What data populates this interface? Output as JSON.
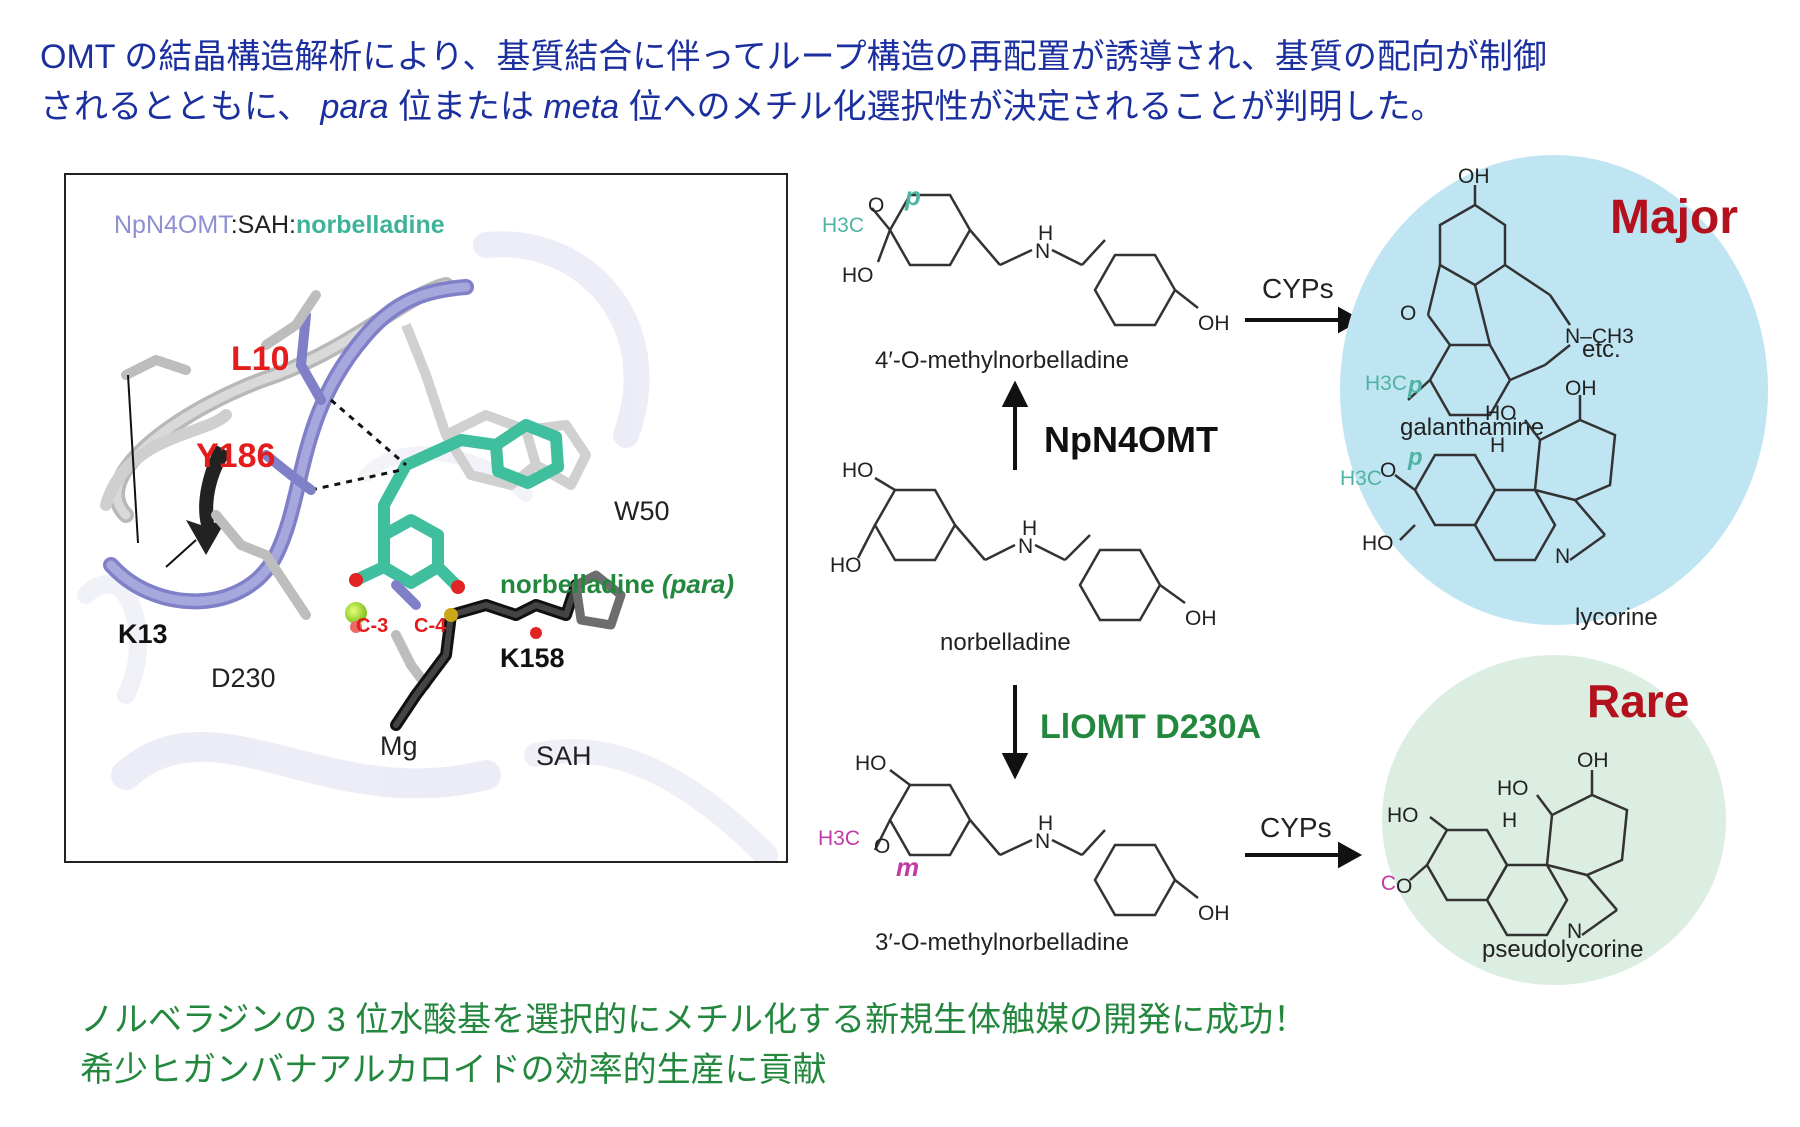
{
  "headline": {
    "line1": "OMT の結晶構造解析により、基質結合に伴ってループ構造の再配置が誘導され、基質の配向が制御",
    "line2_a": "されるとともに、",
    "line2_para": "para",
    "line2_b": "位または",
    "line2_meta": "meta",
    "line2_c": "位へのメチル化選択性が決定されることが判明した。"
  },
  "structure_panel": {
    "title_protein": "NpN4OMT",
    "title_sep1": ":",
    "title_cofactor": "SAH",
    "title_sep2": ":",
    "title_ligand": "norbelladine",
    "residues": {
      "l10": "L10",
      "y186": "Y186",
      "w50": "W50",
      "k13": "K13",
      "d230": "D230",
      "k158": "K158",
      "mg": "Mg",
      "sah": "SAH",
      "c3": "C-3",
      "c4": "C-4"
    },
    "ligand_label": "norbelladine",
    "ligand_label_mode": "(para)"
  },
  "scheme": {
    "top_compound": "4′-O-methylnorbelladine",
    "middle_compound": "norbelladine",
    "bottom_compound": "3′-O-methylnorbelladine",
    "enzyme_up": "NpN4OMT",
    "enzyme_down": "LlOMT D230A",
    "cyp_top": "CYPs",
    "cyp_bottom": "CYPs",
    "pos_p": "p",
    "pos_m": "m",
    "atoms": {
      "oh": "OH",
      "ho": "HO",
      "h3c": "H3C",
      "o": "O",
      "h": "H",
      "n": "N",
      "nch3": "N–CH3"
    }
  },
  "major": {
    "title": "Major",
    "galanthamine": "galanthamine",
    "etc": "etc.",
    "lycorine": "lycorine"
  },
  "rare": {
    "title": "Rare",
    "pseudolycorine": "pseudolycorine"
  },
  "footer": {
    "line1": "ノルベラジンの 3 位水酸基を選択的にメチル化する新規生体触媒の開発に成功！",
    "line2": "希少ヒガンバナアルカロイドの効率的生産に貢献"
  },
  "colors": {
    "headline": "#1b2f9e",
    "footer": "#23883e",
    "residue_red": "#e41c1c",
    "ligand_teal": "#3fbf9e",
    "protein_lavender": "#8e8fd4",
    "major_red": "#b3111d",
    "enzyme_green": "#23883e",
    "para_teal": "#4fb3a4",
    "meta_magenta": "#c23aa6"
  }
}
